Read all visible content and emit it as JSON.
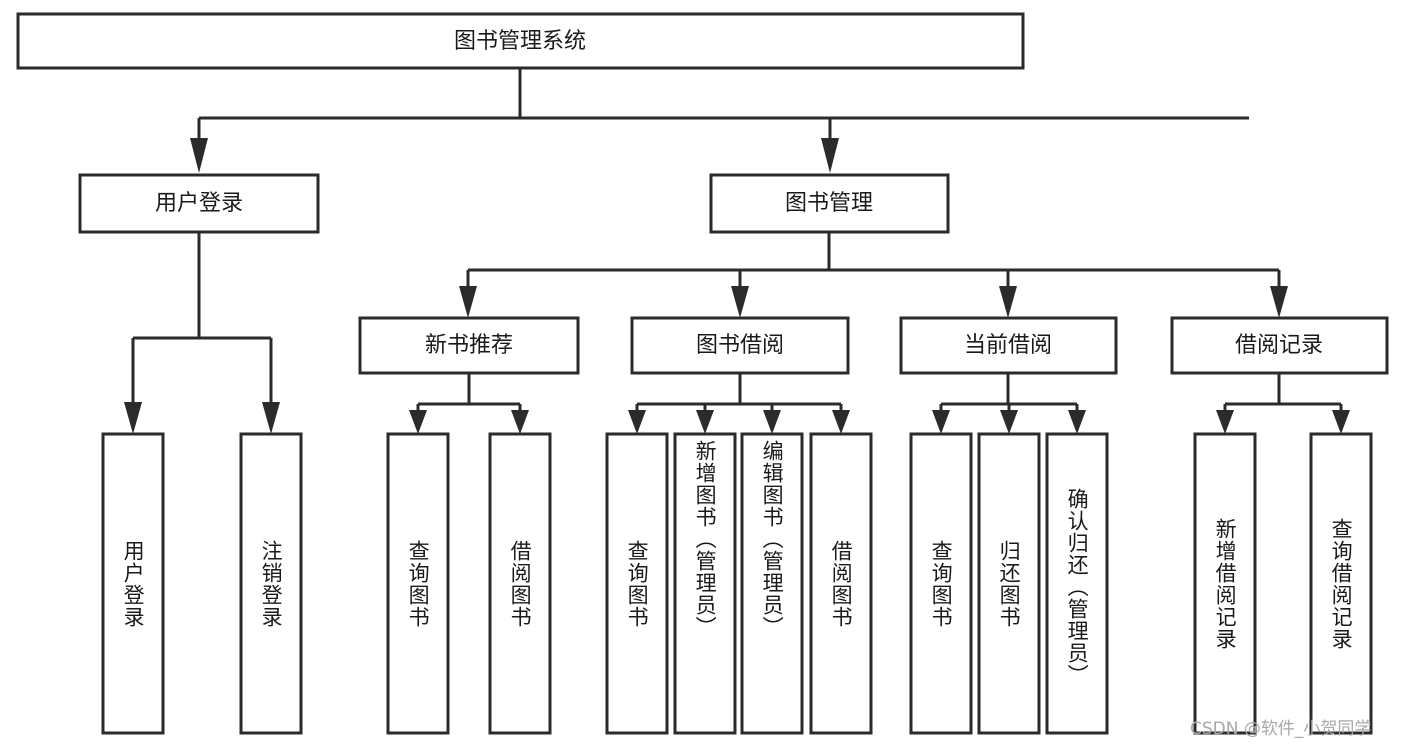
{
  "diagram": {
    "title": "图书管理系统",
    "type": "tree-hierarchy",
    "root": {
      "id": "root",
      "label": "图书管理系统"
    },
    "level2": [
      {
        "id": "user-login",
        "label": "用户登录"
      },
      {
        "id": "book-management",
        "label": "图书管理"
      }
    ],
    "level3": [
      {
        "id": "new-book-recommend",
        "label": "新书推荐",
        "parent": "book-management"
      },
      {
        "id": "book-borrow",
        "label": "图书借阅",
        "parent": "book-management"
      },
      {
        "id": "current-borrow",
        "label": "当前借阅",
        "parent": "book-management"
      },
      {
        "id": "borrow-record",
        "label": "借阅记录",
        "parent": "book-management"
      }
    ],
    "leaves": [
      {
        "id": "leaf-user-login",
        "label": "用户登录",
        "parent": "user-login"
      },
      {
        "id": "leaf-logout-login",
        "label": "注销登录",
        "parent": "user-login"
      },
      {
        "id": "leaf-query-book-1",
        "label": "查询图书",
        "parent": "new-book-recommend"
      },
      {
        "id": "leaf-borrow-book-1",
        "label": "借阅图书",
        "parent": "new-book-recommend"
      },
      {
        "id": "leaf-query-book-2",
        "label": "查询图书",
        "parent": "book-borrow"
      },
      {
        "id": "leaf-add-book",
        "label": "新增图书（管理员）",
        "parent": "book-borrow"
      },
      {
        "id": "leaf-edit-book",
        "label": "编辑图书（管理员）",
        "parent": "book-borrow"
      },
      {
        "id": "leaf-borrow-book-2",
        "label": "借阅图书",
        "parent": "book-borrow"
      },
      {
        "id": "leaf-query-book-3",
        "label": "查询图书",
        "parent": "current-borrow"
      },
      {
        "id": "leaf-return-book",
        "label": "归还图书",
        "parent": "current-borrow"
      },
      {
        "id": "leaf-confirm-return",
        "label": "确认归还（管理员）",
        "parent": "current-borrow"
      },
      {
        "id": "leaf-add-record",
        "label": "新增借阅记录",
        "parent": "borrow-record"
      },
      {
        "id": "leaf-query-record",
        "label": "查询借阅记录",
        "parent": "borrow-record"
      }
    ],
    "colors": {
      "stroke": "#2b2b2b",
      "fill": "#ffffff",
      "text": "#1a1a1a",
      "watermark": "#a8a8a8"
    }
  },
  "watermark": {
    "text": "CSDN @软件_小贺同学"
  }
}
